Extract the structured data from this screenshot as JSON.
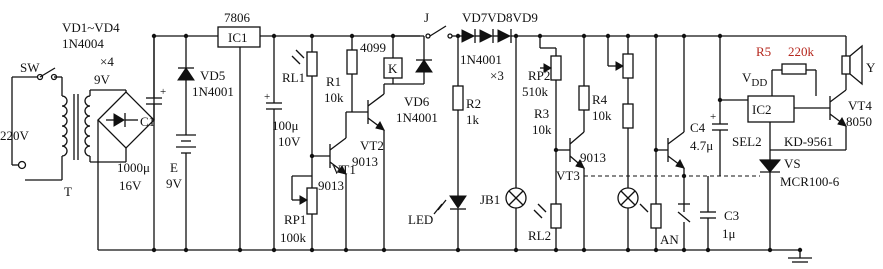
{
  "labels": {
    "sw": "SW",
    "mains": "220V",
    "transformer": "T",
    "secondary": "9V",
    "bridge_diodes": "VD1~VD4",
    "bridge_type": "1N4004",
    "bridge_count": "×4",
    "c1": "C1",
    "c1_value": "1000μ",
    "c1_voltage": "16V",
    "vd5": "VD5",
    "vd5_type": "1N4001",
    "battery": "E",
    "battery_value": "9V",
    "regulator_part": "7806",
    "regulator": "IC1",
    "rl1": "RL1",
    "r1": "R1",
    "r1_value": "10k",
    "cap_100u": "100μ",
    "cap_100u_voltage": "10V",
    "vt1": "VT1",
    "vt1_type": "9013",
    "rp1": "RP1",
    "rp1_value": "100k",
    "ic_4099": "4099",
    "relay": "K",
    "vt2": "VT2",
    "vt2_type": "9013",
    "vd6": "VD6",
    "vd6_type": "1N4001",
    "relay_contact": "J",
    "vd7_9": "VD7VD8VD9",
    "vd7_9_type": "1N4001",
    "vd7_9_count": "×3",
    "r2": "R2",
    "r2_value": "1k",
    "led": "LED",
    "jb1": "JB1",
    "rp2": "RP2",
    "rp2_value": "510k",
    "r3": "R3",
    "r3_value": "10k",
    "vt3_type": "9013",
    "vt3": "VT3",
    "rl2": "RL2",
    "r4": "R4",
    "r4_value": "10k",
    "c4": "C4",
    "c4_value": "4.7μ",
    "an": "AN",
    "c3": "C3",
    "c3_value": "1μ",
    "r5": "R5",
    "r5_value": "220k",
    "vdd": "V",
    "vdd_sub": "DD",
    "ic2": "IC2",
    "sel2": "SEL2",
    "ic2_part": "KD-9561",
    "vs": "VS",
    "vs_type": "MCR100-6",
    "vt4": "VT4",
    "vt4_type": "8050",
    "speaker": "Y"
  }
}
